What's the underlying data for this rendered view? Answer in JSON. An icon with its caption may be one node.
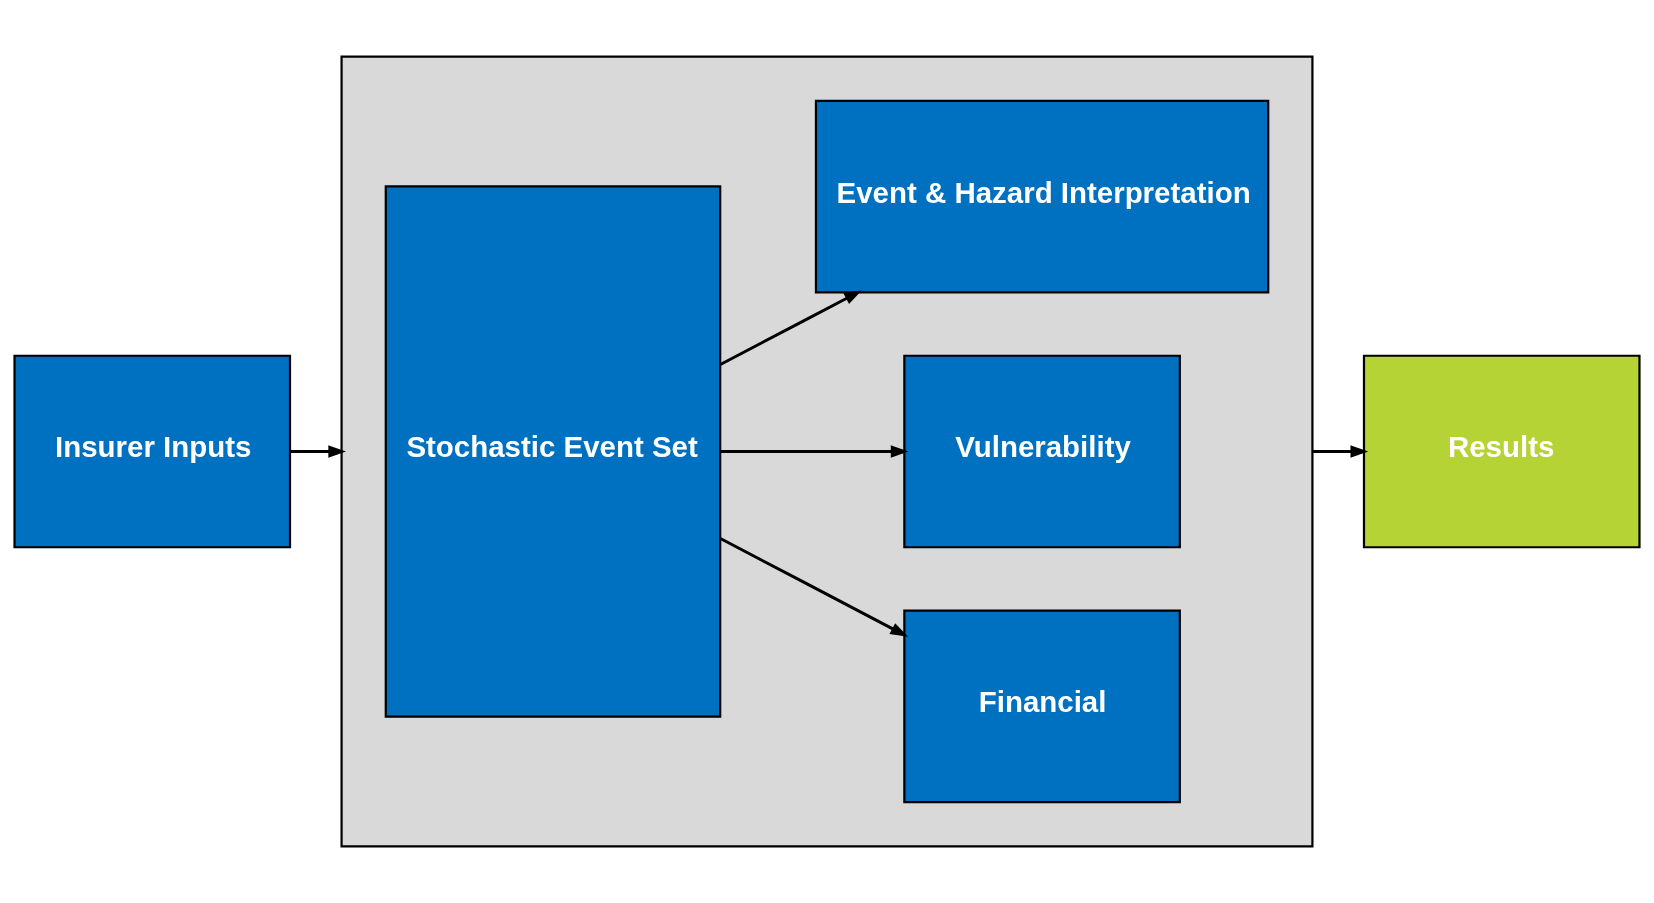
{
  "diagram": {
    "nodes": [
      {
        "text": [
          "Insurer Inputs"
        ]
      },
      {
        "text": [],
        "shape": "box"
      },
      {
        "text": [
          "Stochastic Event Set"
        ],
        "in": 1
      },
      {
        "text": [
          "Event & Hazard Interpretation"
        ],
        "in": 1
      },
      {
        "text": [
          "Vulnerability"
        ],
        "in": 1
      },
      {
        "text": [
          "Financial"
        ],
        "in": 1
      },
      {
        "text": [
          "Results"
        ]
      }
    ],
    "edges": [
      {
        "from": 0,
        "to": 1,
        "arrow": "to"
      },
      {
        "from": 2,
        "to": 3,
        "arrow": "to"
      },
      {
        "from": 2,
        "to": 4,
        "arrow": "to"
      },
      {
        "from": 2,
        "to": 5,
        "arrow": "to"
      },
      {
        "from": 1,
        "to": 6,
        "arrow": "to"
      }
    ]
  }
}
